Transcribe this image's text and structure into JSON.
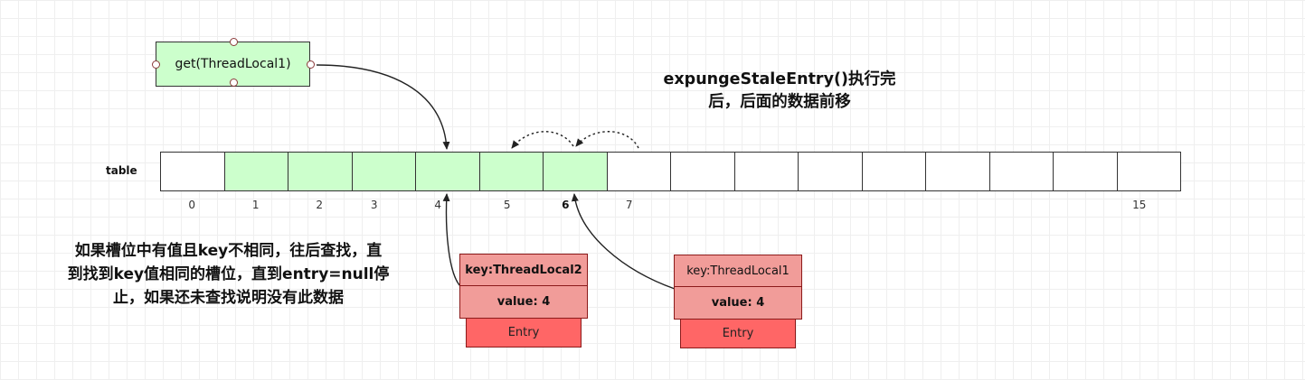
{
  "get_node": {
    "label": "get(ThreadLocal1)"
  },
  "notes": {
    "top": [
      "expungeStaleEntry()执行完",
      "后，后面的数据前移"
    ],
    "left": [
      "如果槽位中有值且key不相同，往后查找，直",
      "到找到key值相同的槽位，直到entry=null停",
      "止，如果还未查找说明没有此数据"
    ]
  },
  "table": {
    "label": "table",
    "filled": [
      1,
      2,
      3,
      4,
      5,
      6
    ],
    "indices": [
      {
        "slot": 0,
        "text": "0"
      },
      {
        "slot": 1,
        "text": "1"
      },
      {
        "slot": 2,
        "text": "2"
      },
      {
        "slot": 3,
        "text": "3"
      },
      {
        "slot": 4,
        "text": "4"
      },
      {
        "slot": 5,
        "text": "5"
      },
      {
        "slot": 6,
        "text": "6",
        "bold": true
      },
      {
        "slot": 7,
        "text": "7"
      },
      {
        "slot": 15,
        "text": "15"
      }
    ]
  },
  "entries": [
    {
      "key": "key:ThreadLocal2",
      "value": "value: 4",
      "tag": "Entry",
      "key_bold": true
    },
    {
      "key": "key:ThreadLocal1",
      "value": "value: 4",
      "tag": "Entry",
      "key_bold": false
    }
  ],
  "colors": {
    "green_fill": "#ccffcc",
    "entry_fill": "#f19c99",
    "entry_tag_fill": "#ff6666",
    "stroke": "#333333"
  }
}
